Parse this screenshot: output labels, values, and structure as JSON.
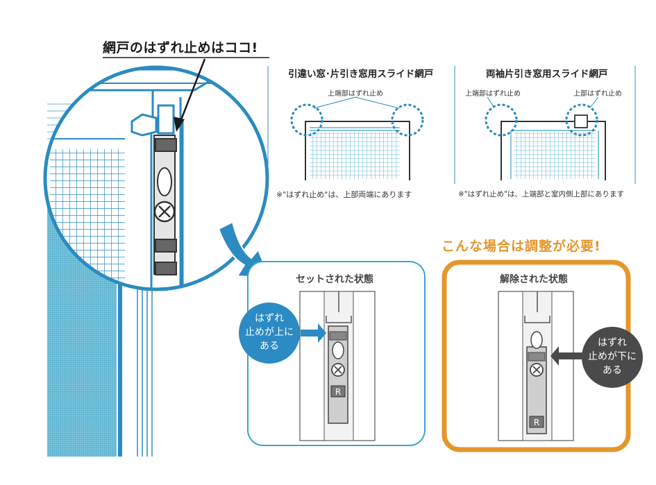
{
  "header": {
    "title": "網戸のはずれ止めはココ!"
  },
  "diagrams": {
    "left": {
      "title": "引違い窓･片引き窓用スライド網戸",
      "label": "上端部はずれ止め",
      "note": "※\"はずれ止め\"は、上部両端にあります"
    },
    "right": {
      "title": "両袖片引き窓用スライド網戸",
      "label_left": "上端部はずれ止め",
      "label_right": "上部はずれ止め",
      "note": "※\"はずれ止め\"は、上端部と室内側上部にあります"
    }
  },
  "warning": "こんな場合は調整が必要!",
  "states": {
    "set": {
      "title": "セットされた状態",
      "bubble_lines": [
        "はずれ",
        "止めが上に",
        "ある"
      ],
      "part_mark": "R"
    },
    "released": {
      "title": "解除された状態",
      "bubble_lines": [
        "はずれ",
        "止めが下に",
        "ある"
      ],
      "part_mark": "R"
    }
  },
  "colors": {
    "accent_blue": "#2b8bc2",
    "dotted_circle": "#2b8bc2",
    "warning_orange": "#e5962b",
    "dark_bubble": "#4a4a4a",
    "mesh": "#3aa5c8"
  }
}
